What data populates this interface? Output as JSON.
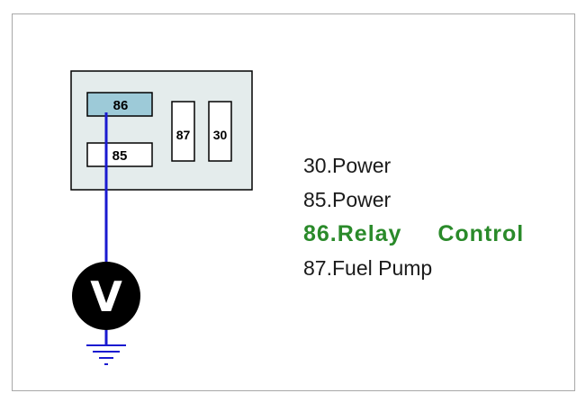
{
  "diagram": {
    "relay": {
      "pins": [
        {
          "id": "86",
          "label": "86",
          "highlighted": true
        },
        {
          "id": "85",
          "label": "85",
          "highlighted": false
        },
        {
          "id": "87",
          "label": "87",
          "highlighted": false
        },
        {
          "id": "30",
          "label": "30",
          "highlighted": false
        }
      ]
    },
    "meter": {
      "label": "V"
    },
    "legend": [
      {
        "text": "30.Power",
        "highlighted": false
      },
      {
        "text": "85.Power",
        "highlighted": false
      },
      {
        "text": "86.Relay  Control",
        "highlighted": true
      },
      {
        "text": "87.Fuel Pump",
        "highlighted": false
      }
    ],
    "colors": {
      "wire": "#1a1ad0",
      "relay_fill": "#e4ecec",
      "pin_highlight": "#9dcad8",
      "highlight_text": "#2a8a2a",
      "meter_fill": "#000000"
    }
  }
}
